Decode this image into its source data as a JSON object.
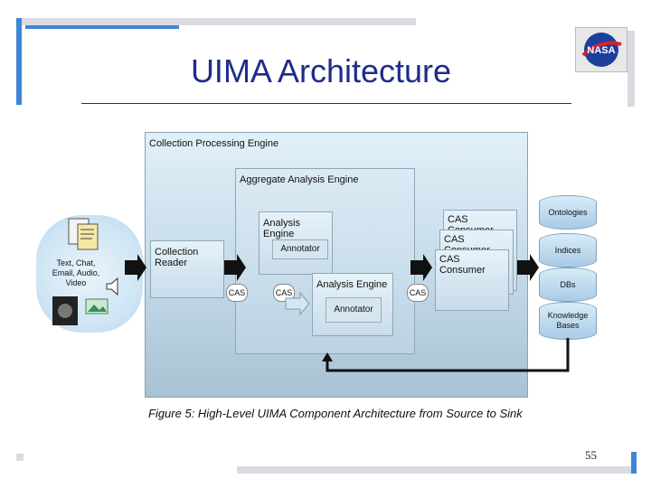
{
  "slide": {
    "title": "UIMA Architecture",
    "page_number": "55",
    "logo_text": "NASA"
  },
  "diagram": {
    "sources_label": "Text, Chat, Email, Audio, Video",
    "cpe_label": "Collection Processing Engine",
    "collection_reader_label": "Collection Reader",
    "aae_label": "Aggregate Analysis Engine",
    "analysis_engine_label": "Analysis Engine",
    "analysis_engine2_label": "Analysis Engine",
    "annotator1_label": "Annotator",
    "annotator2_label": "Annotator",
    "cas_labels": [
      "CAS",
      "CAS",
      "CAS"
    ],
    "cas_consumers": [
      "CAS Consumer",
      "CAS Consumer",
      "CAS Consumer"
    ],
    "stores": [
      "Ontologies",
      "Indices",
      "DBs",
      "Knowledge Bases"
    ],
    "caption": "Figure 5: High-Level UIMA Component Architecture from Source to Sink"
  },
  "colors": {
    "title": "#1f2c88",
    "accent_bar": "#3f86d4"
  }
}
